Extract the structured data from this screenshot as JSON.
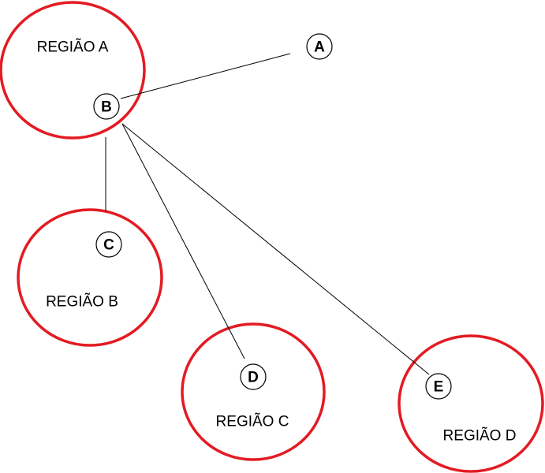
{
  "colors": {
    "region_stroke": "#e31b23",
    "line": "#000000",
    "text": "#000000",
    "background": "#ffffff"
  },
  "regions": {
    "a": {
      "label": "REGIÃO A"
    },
    "b": {
      "label": "REGIÃO B"
    },
    "c": {
      "label": "REGIÃO C"
    },
    "d": {
      "label": "REGIÃO D"
    }
  },
  "nodes": {
    "a": {
      "label": "A"
    },
    "b": {
      "label": "B"
    },
    "c": {
      "label": "C"
    },
    "d": {
      "label": "D"
    },
    "e": {
      "label": "E"
    }
  },
  "connections": [
    {
      "from": "B",
      "to": "A"
    },
    {
      "from": "B",
      "to": "C"
    },
    {
      "from": "B",
      "to": "D"
    },
    {
      "from": "B",
      "to": "E"
    }
  ]
}
